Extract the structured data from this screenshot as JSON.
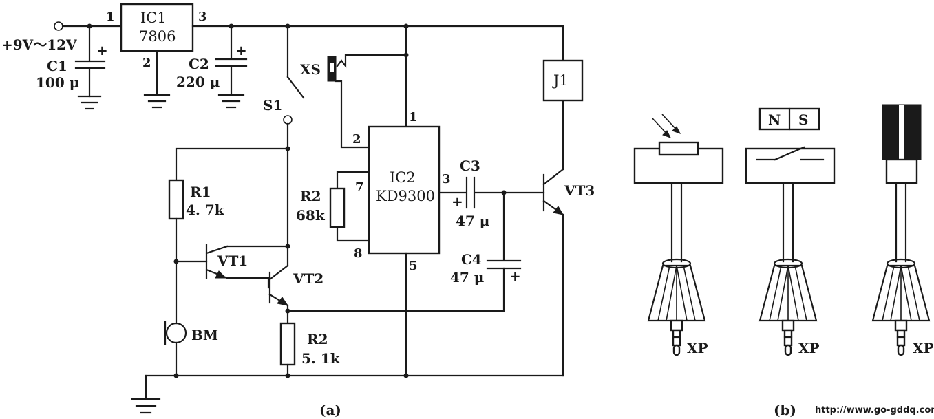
{
  "supply": {
    "label": "+9V～12V"
  },
  "ic1": {
    "name": "IC1",
    "part": "7806",
    "pin1": "1",
    "pin2": "2",
    "pin3": "3"
  },
  "c1": {
    "name": "C1",
    "value": "100 μ",
    "polarity": "+"
  },
  "c2": {
    "name": "C2",
    "value": "220 μ",
    "polarity": "+"
  },
  "xs": {
    "name": "XS"
  },
  "s1": {
    "name": "S1"
  },
  "j1": {
    "name": "J1"
  },
  "ic2": {
    "name": "IC2",
    "part": "KD9300",
    "pin1": "1",
    "pin2": "2",
    "pin3": "3",
    "pin5": "5",
    "pin7": "7",
    "pin8": "8"
  },
  "r2a": {
    "name": "R2",
    "value": "68k"
  },
  "c3": {
    "name": "C3",
    "value": "47 μ",
    "polarity": "+"
  },
  "vt3": {
    "name": "VT3"
  },
  "r1": {
    "name": "R1",
    "value": "4. 7k"
  },
  "vt1": {
    "name": "VT1"
  },
  "vt2": {
    "name": "VT2"
  },
  "c4": {
    "name": "C4",
    "value": "47 μ",
    "polarity": "+"
  },
  "bm": {
    "name": "BM"
  },
  "r2b": {
    "name": "R2",
    "value": "5. 1k"
  },
  "caption_a": "(a)",
  "caption_b": "(b)",
  "probes": {
    "magnet_n": "N",
    "magnet_s": "S",
    "plug1": "XP",
    "plug2": "XP",
    "plug3": "XP"
  },
  "website": "http://www.go-gddq.com"
}
